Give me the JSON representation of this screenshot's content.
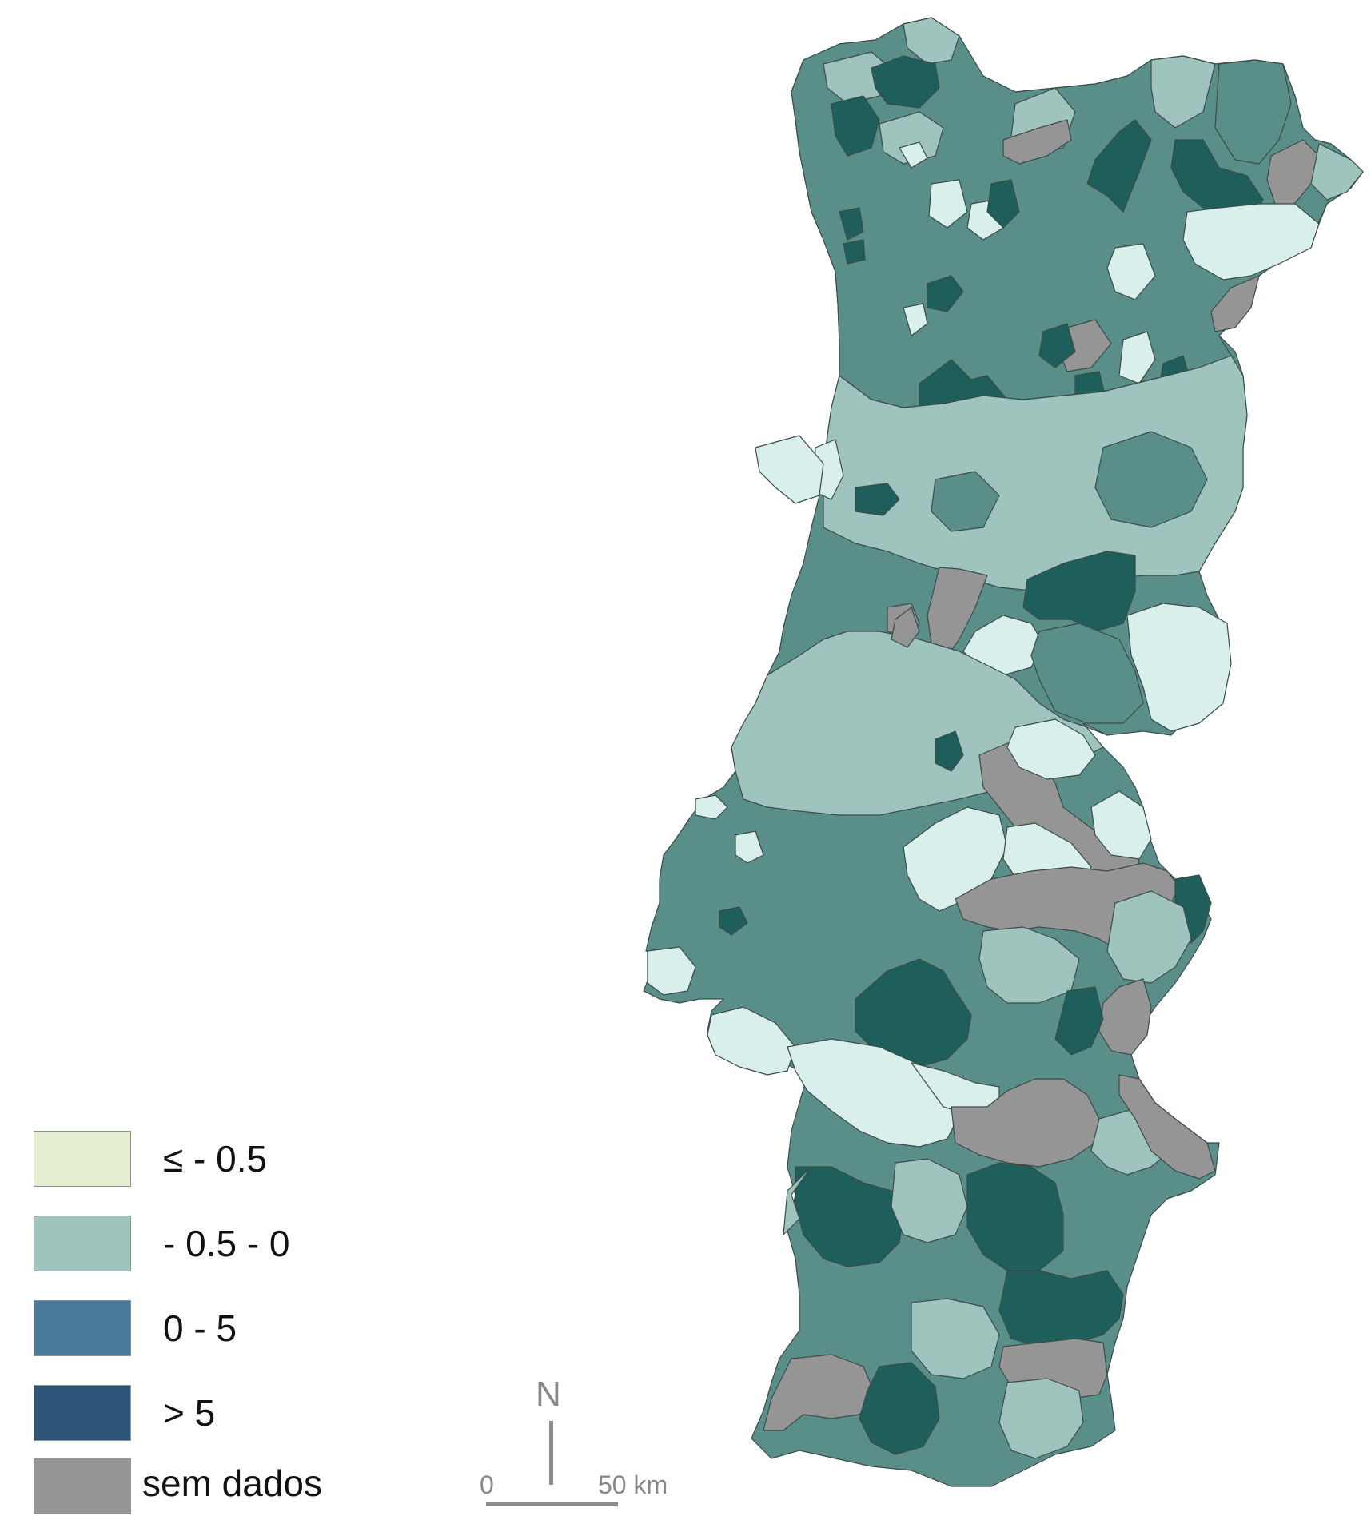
{
  "legend": {
    "items": [
      {
        "label": "≤ - 0.5",
        "color": "#e6efd2"
      },
      {
        "label": "- 0.5 - 0",
        "color": "#9fc4be"
      },
      {
        "label": "0 - 5",
        "color": "#4a7b9a"
      },
      {
        "label": "> 5",
        "color": "#2e5478"
      },
      {
        "label": "sem dados",
        "color": "#959595"
      }
    ]
  },
  "map_palette": {
    "very_light": "#d9efec",
    "light": "#9fc4be",
    "medium": "#5a8f89",
    "dark": "#1f5f5b",
    "no_data": "#959595"
  },
  "scale": {
    "north": "N",
    "zero": "0",
    "distance": "50 km"
  }
}
